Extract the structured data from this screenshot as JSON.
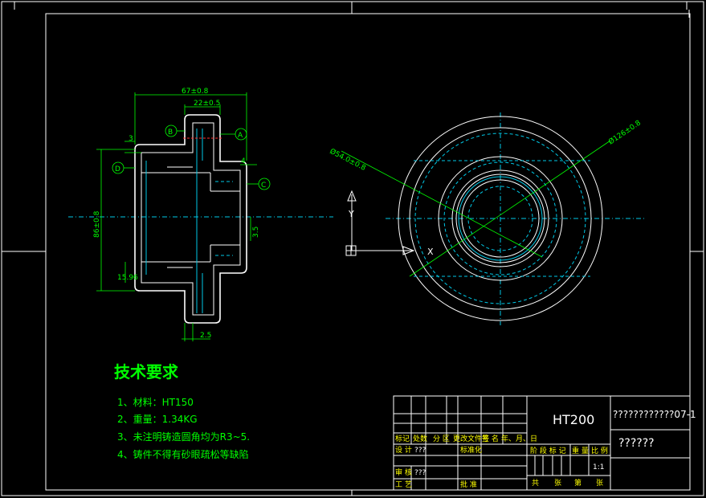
{
  "dimensions": {
    "overall_width": "67±0.8",
    "flange_width": "22±0.5",
    "wall_left": "3",
    "height": "86±0.8",
    "bottom_step": "15.96",
    "small_step": "4",
    "chamfer": "3.5",
    "bottom_offset": "2.5",
    "inner_diameter": "Ø54.0±0.8",
    "outer_diameter": "Ø126±0.8"
  },
  "datums": [
    "A",
    "B",
    "C",
    "D"
  ],
  "view_markers": {
    "arrow_a": "A",
    "y_axis": "Y",
    "x_axis": "X"
  },
  "technical_requirements": {
    "title": "技术要求",
    "items": [
      "1、材料：HT150",
      "2、重量：1.34KG",
      "3、未注明铸造圆角均为R3~5.",
      "4、铸件不得有砂眼疏松等缺陷"
    ]
  },
  "title_block": {
    "material": "HT200",
    "drawing_number": "????????????07-1",
    "part_name": "??????",
    "scale": "1:1",
    "rows": {
      "header": [
        "标记",
        "处数",
        "分 区",
        "更改文件号",
        "签 名",
        "年、月、日"
      ],
      "design": "设 计",
      "design_value": "???",
      "standardize": "标准化",
      "review": "审 核",
      "review_value": "???",
      "process": "工 艺",
      "approve": "批 准"
    },
    "stage_header": [
      "阶 段 标 记",
      "重 量",
      "比 例"
    ],
    "sheet_footer": [
      "共",
      "张",
      "第",
      "张"
    ]
  }
}
